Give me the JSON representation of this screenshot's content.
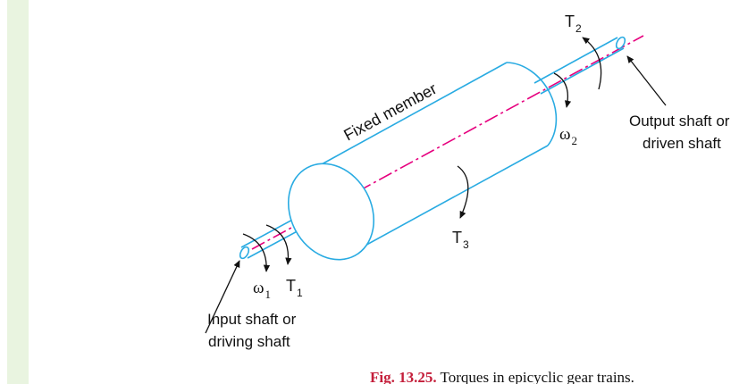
{
  "labels": {
    "fixed_member": "Fixed member",
    "output_line1": "Output shaft or",
    "output_line2": "driven shaft",
    "input_line1": "Input shaft or",
    "input_line2": "driving shaft"
  },
  "symbols": {
    "T1": {
      "base": "T",
      "sub": "1"
    },
    "T2": {
      "base": "T",
      "sub": "2"
    },
    "T3": {
      "base": "T",
      "sub": "3"
    },
    "w1": {
      "base": "ω",
      "sub": "1"
    },
    "w2": {
      "base": "ω",
      "sub": "2"
    }
  },
  "caption": {
    "fig": "Fig. 13.25.",
    "text": " Torques in epicyclic gear trains."
  },
  "colors": {
    "outline": "#29abe2",
    "axis": "#e6007e",
    "margin": "#e9f4e0",
    "caption_fig": "#c41e3a"
  }
}
